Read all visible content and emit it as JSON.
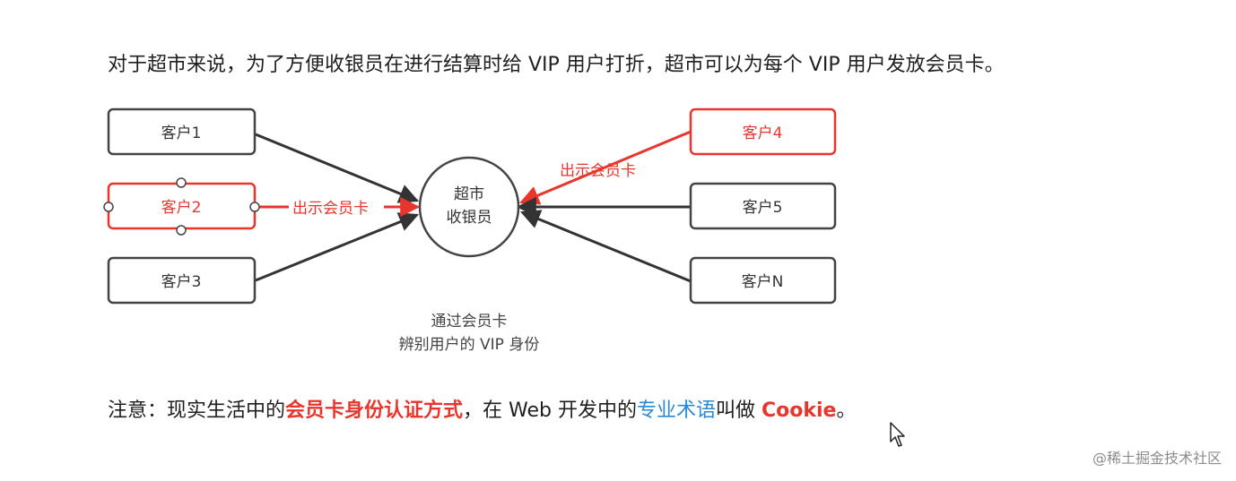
{
  "intro_text": "对于超市来说，为了方便收银员在进行结算时给 VIP 用户打折，超市可以为每个 VIP 用户发放会员卡。",
  "diagram": {
    "center": {
      "line1": "超市",
      "line2": "收银员"
    },
    "customers": {
      "c1": "客户1",
      "c2": "客户2",
      "c3": "客户3",
      "c4": "客户4",
      "c5": "客户5",
      "cN": "客户N"
    },
    "edge_label_left": "出示会员卡",
    "edge_label_right": "出示会员卡",
    "caption": {
      "line1": "通过会员卡",
      "line2": "辨别用户的 VIP 身份"
    }
  },
  "note": {
    "prefix": "注意：现实生活中的",
    "highlight_red": "会员卡身份认证方式",
    "middle": "，在 Web 开发中的",
    "highlight_blue": "专业术语",
    "middle2": "叫做 ",
    "highlight_cookie": "Cookie",
    "suffix": "。"
  },
  "watermark": "@稀土掘金技术社区",
  "colors": {
    "red": "#e8362d",
    "blue": "#2a8ad4",
    "dark": "#333333"
  }
}
